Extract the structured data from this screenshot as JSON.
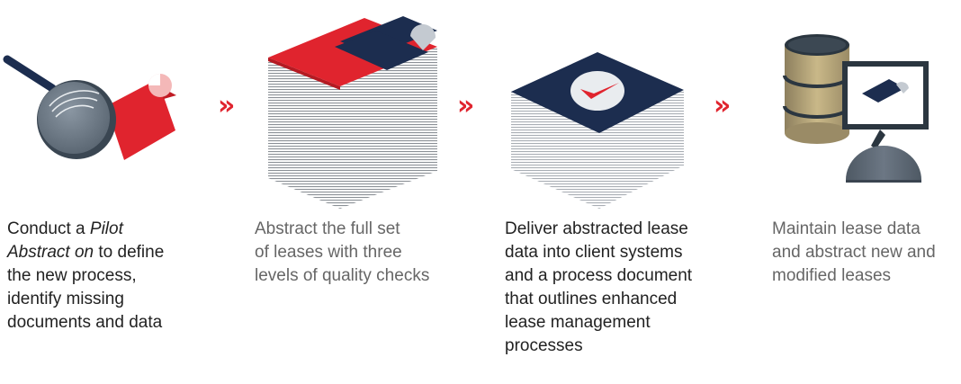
{
  "steps": [
    {
      "icon": "magnifying-glass-icon",
      "caption_lines": [
        {
          "pre": "Conduct a ",
          "italic": "Pilot"
        },
        {
          "italic": "Abstract on",
          "post": " to define"
        },
        {
          "pre": "the new process,"
        },
        {
          "pre": "identify missing"
        },
        {
          "pre": "documents and data"
        }
      ]
    },
    {
      "icon": "paper-stack-icon",
      "caption_lines": [
        "Abstract the full set",
        "of leases with three",
        "levels of quality checks"
      ]
    },
    {
      "icon": "checked-stack-icon",
      "caption_lines": [
        "Deliver abstracted lease",
        "data into client systems",
        "and a process document",
        "that outlines enhanced",
        "lease management",
        "processes"
      ]
    },
    {
      "icon": "database-monitor-icon",
      "caption_lines": [
        "Maintain lease data",
        "and abstract new and",
        "modified leases"
      ]
    }
  ],
  "arrow_glyph": "»",
  "colors": {
    "red": "#e0242e",
    "navy": "#1c2d4f",
    "gray": "#646f7a",
    "light_gray": "#c4cad1",
    "gold": "#c6b280"
  }
}
